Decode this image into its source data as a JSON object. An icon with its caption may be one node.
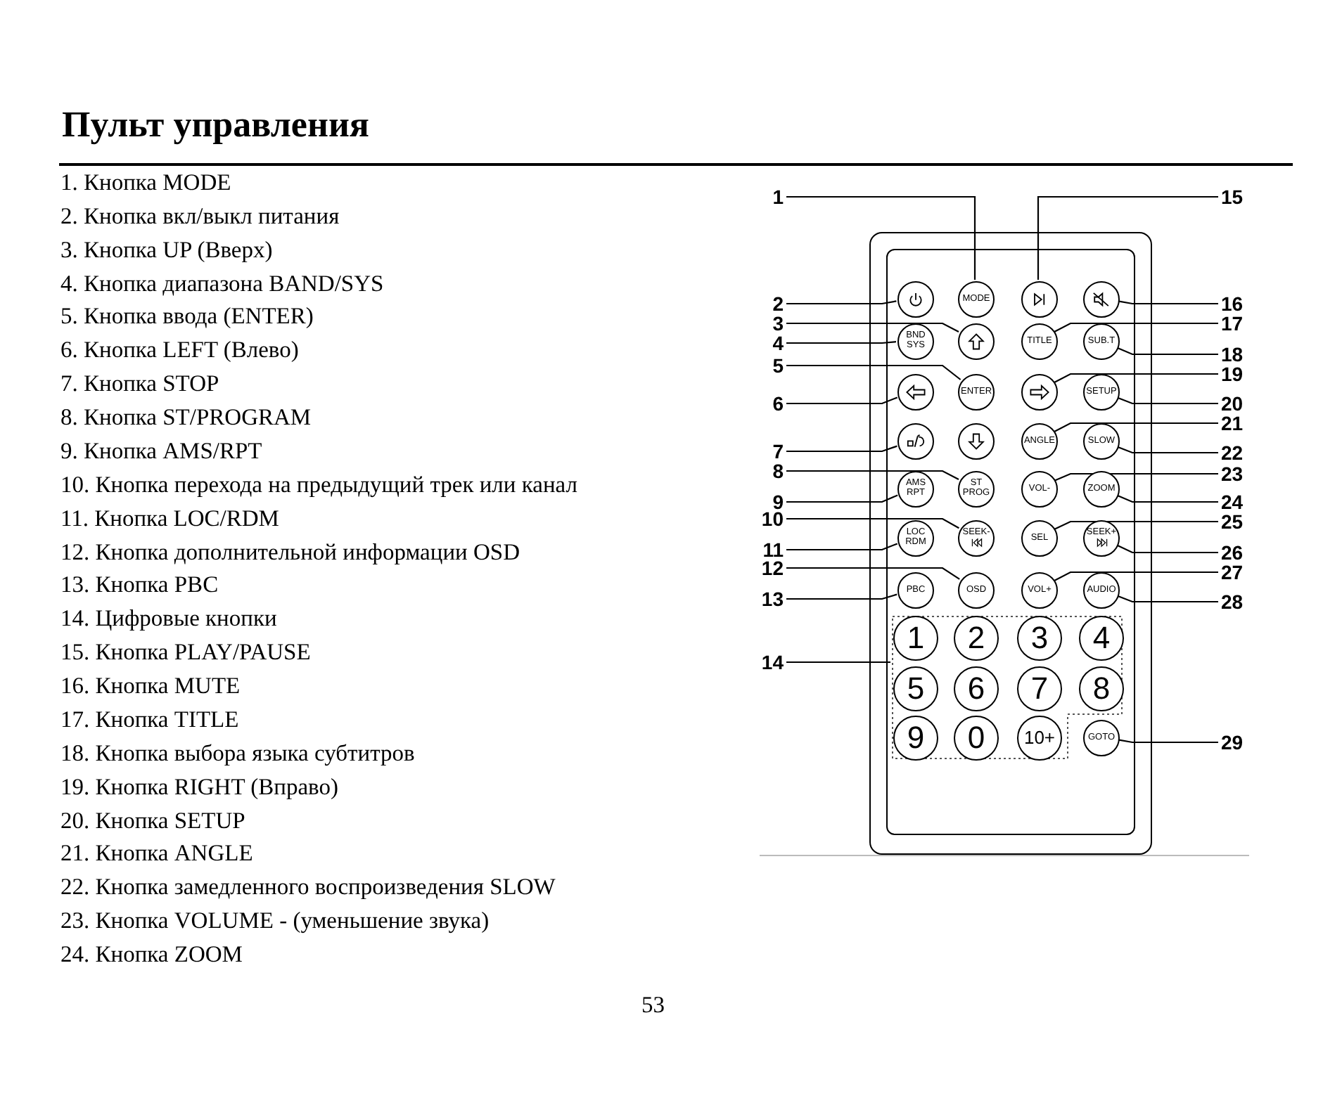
{
  "diagram": {
    "title": "Пульт управления",
    "nodes": [
      {
        "text": [],
        "shape": "box"
      },
      {
        "text": [],
        "shape": "circle",
        "in": 0
      },
      {
        "text": [
          "MODE"
        ],
        "in": 0
      },
      {
        "text": [],
        "shape": "circle",
        "in": 0
      },
      {
        "text": [],
        "shape": "circle",
        "in": 0
      },
      {
        "text": [
          "BND SYS"
        ],
        "in": 0
      },
      {
        "text": [],
        "shape": "circle",
        "in": 0
      },
      {
        "text": [
          "TITLE"
        ],
        "in": 0
      },
      {
        "text": [
          "SUB.T"
        ],
        "in": 0
      },
      {
        "text": [],
        "shape": "circle",
        "in": 0
      },
      {
        "text": [
          "ENTER"
        ],
        "in": 0
      },
      {
        "text": [],
        "shape": "circle",
        "in": 0
      },
      {
        "text": [
          "SETUP"
        ],
        "in": 0
      },
      {
        "text": [],
        "shape": "circle",
        "in": 0
      },
      {
        "text": [],
        "shape": "circle",
        "in": 0
      },
      {
        "text": [
          "ANGLE"
        ],
        "in": 0
      },
      {
        "text": [
          "SLOW"
        ],
        "in": 0
      },
      {
        "text": [
          "AMS RPT"
        ],
        "in": 0
      },
      {
        "text": [
          "ST PROG"
        ],
        "in": 0
      },
      {
        "text": [
          "VOL-"
        ],
        "in": 0
      },
      {
        "text": [
          "ZOOM"
        ],
        "in": 0
      },
      {
        "text": [
          "LOC RDM"
        ],
        "in": 0
      },
      {
        "text": [
          "SEEK-"
        ],
        "in": 0
      },
      {
        "text": [
          "SEL"
        ],
        "in": 0
      },
      {
        "text": [
          "SEEK+"
        ],
        "in": 0
      },
      {
        "text": [
          "PBC"
        ],
        "in": 0
      },
      {
        "text": [
          "OSD"
        ],
        "in": 0
      },
      {
        "text": [
          "VOL+"
        ],
        "in": 0
      },
      {
        "text": [
          "AUDIO"
        ],
        "in": 0
      },
      {
        "text": [],
        "shape": "box",
        "in": 0
      },
      {
        "text": [
          "1"
        ],
        "in": 29
      },
      {
        "text": [
          "2"
        ],
        "in": 29
      },
      {
        "text": [
          "3"
        ],
        "in": 29
      },
      {
        "text": [
          "4"
        ],
        "in": 29
      },
      {
        "text": [
          "5"
        ],
        "in": 29
      },
      {
        "text": [
          "6"
        ],
        "in": 29
      },
      {
        "text": [
          "7"
        ],
        "in": 29
      },
      {
        "text": [
          "8"
        ],
        "in": 29
      },
      {
        "text": [
          "9"
        ],
        "in": 29
      },
      {
        "text": [
          "0"
        ],
        "in": 29
      },
      {
        "text": [
          "10+"
        ],
        "in": 29
      },
      {
        "text": [
          "GOTO"
        ],
        "in": 0
      },
      {
        "text": [
          "1"
        ]
      },
      {
        "text": [
          "2"
        ]
      },
      {
        "text": [
          "3"
        ]
      },
      {
        "text": [
          "4"
        ]
      },
      {
        "text": [
          "5"
        ]
      },
      {
        "text": [
          "6"
        ]
      },
      {
        "text": [
          "7"
        ]
      },
      {
        "text": [
          "8"
        ]
      },
      {
        "text": [
          "9"
        ]
      },
      {
        "text": [
          "10"
        ]
      },
      {
        "text": [
          "11"
        ]
      },
      {
        "text": [
          "12"
        ]
      },
      {
        "text": [
          "13"
        ]
      },
      {
        "text": [
          "14"
        ]
      },
      {
        "text": [
          "15"
        ]
      },
      {
        "text": [
          "16"
        ]
      },
      {
        "text": [
          "17"
        ]
      },
      {
        "text": [
          "18"
        ]
      },
      {
        "text": [
          "19"
        ]
      },
      {
        "text": [
          "20"
        ]
      },
      {
        "text": [
          "21"
        ]
      },
      {
        "text": [
          "22"
        ]
      },
      {
        "text": [
          "23"
        ]
      },
      {
        "text": [
          "24"
        ]
      },
      {
        "text": [
          "25"
        ]
      },
      {
        "text": [
          "26"
        ]
      },
      {
        "text": [
          "27"
        ]
      },
      {
        "text": [
          "28"
        ]
      },
      {
        "text": [
          "29"
        ]
      }
    ],
    "edges": [
      {
        "from": 42,
        "to": 2,
        "arrow": "none"
      },
      {
        "from": 43,
        "to": 1,
        "arrow": "none"
      },
      {
        "from": 44,
        "to": 6,
        "arrow": "none"
      },
      {
        "from": 45,
        "to": 5,
        "arrow": "none"
      },
      {
        "from": 46,
        "to": 10,
        "arrow": "none"
      },
      {
        "from": 47,
        "to": 9,
        "arrow": "none"
      },
      {
        "from": 48,
        "to": 13,
        "arrow": "none"
      },
      {
        "from": 49,
        "to": 18,
        "arrow": "none"
      },
      {
        "from": 50,
        "to": 17,
        "arrow": "none"
      },
      {
        "from": 51,
        "to": 22,
        "arrow": "none"
      },
      {
        "from": 52,
        "to": 21,
        "arrow": "none"
      },
      {
        "from": 53,
        "to": 26,
        "arrow": "none"
      },
      {
        "from": 54,
        "to": 25,
        "arrow": "none"
      },
      {
        "from": 55,
        "to": 29,
        "arrow": "none"
      },
      {
        "from": 56,
        "to": 3,
        "arrow": "none"
      },
      {
        "from": 57,
        "to": 4,
        "arrow": "none"
      },
      {
        "from": 58,
        "to": 7,
        "arrow": "none"
      },
      {
        "from": 59,
        "to": 8,
        "arrow": "none"
      },
      {
        "from": 60,
        "to": 11,
        "arrow": "none"
      },
      {
        "from": 61,
        "to": 12,
        "arrow": "none"
      },
      {
        "from": 62,
        "to": 15,
        "arrow": "none"
      },
      {
        "from": 63,
        "to": 16,
        "arrow": "none"
      },
      {
        "from": 64,
        "to": 19,
        "arrow": "none"
      },
      {
        "from": 65,
        "to": 20,
        "arrow": "none"
      },
      {
        "from": 66,
        "to": 23,
        "arrow": "none"
      },
      {
        "from": 67,
        "to": 24,
        "arrow": "none"
      },
      {
        "from": 68,
        "to": 27,
        "arrow": "none"
      },
      {
        "from": 69,
        "to": 28,
        "arrow": "none"
      },
      {
        "from": 70,
        "to": 41,
        "arrow": "none"
      }
    ],
    "labels": [
      "1. Кнопка MODE",
      "2. Кнопка вкл/выкл питания",
      "3. Кнопка UP (Вверх)",
      "4. Кнопка диапазона BAND/SYS",
      "5. Кнопка ввода (ENTER)",
      "6. Кнопка LEFT (Влево)",
      "7. Кнопка STOP",
      "8. Кнопка ST/PROGRAM",
      "9. Кнопка AMS/RPT",
      "10. Кнопка перехода на предыдущий трек или канал",
      "11. Кнопка LOC/RDM",
      "12. Кнопка дополнительной информации OSD",
      "13. Кнопка PBC",
      "14. Цифровые кнопки",
      "15. Кнопка PLAY/PAUSE",
      "16. Кнопка MUTE",
      "17. Кнопка TITLE",
      "18. Кнопка выбора языка субтитров",
      "19. Кнопка RIGHT (Вправо)",
      "20. Кнопка SETUP",
      "21. Кнопка ANGLE",
      "22. Кнопка замедленного воспроизведения SLOW",
      "23. Кнопка VOLUME - (уменьшение звука)",
      "24. Кнопка ZOOM",
      "53"
    ]
  }
}
